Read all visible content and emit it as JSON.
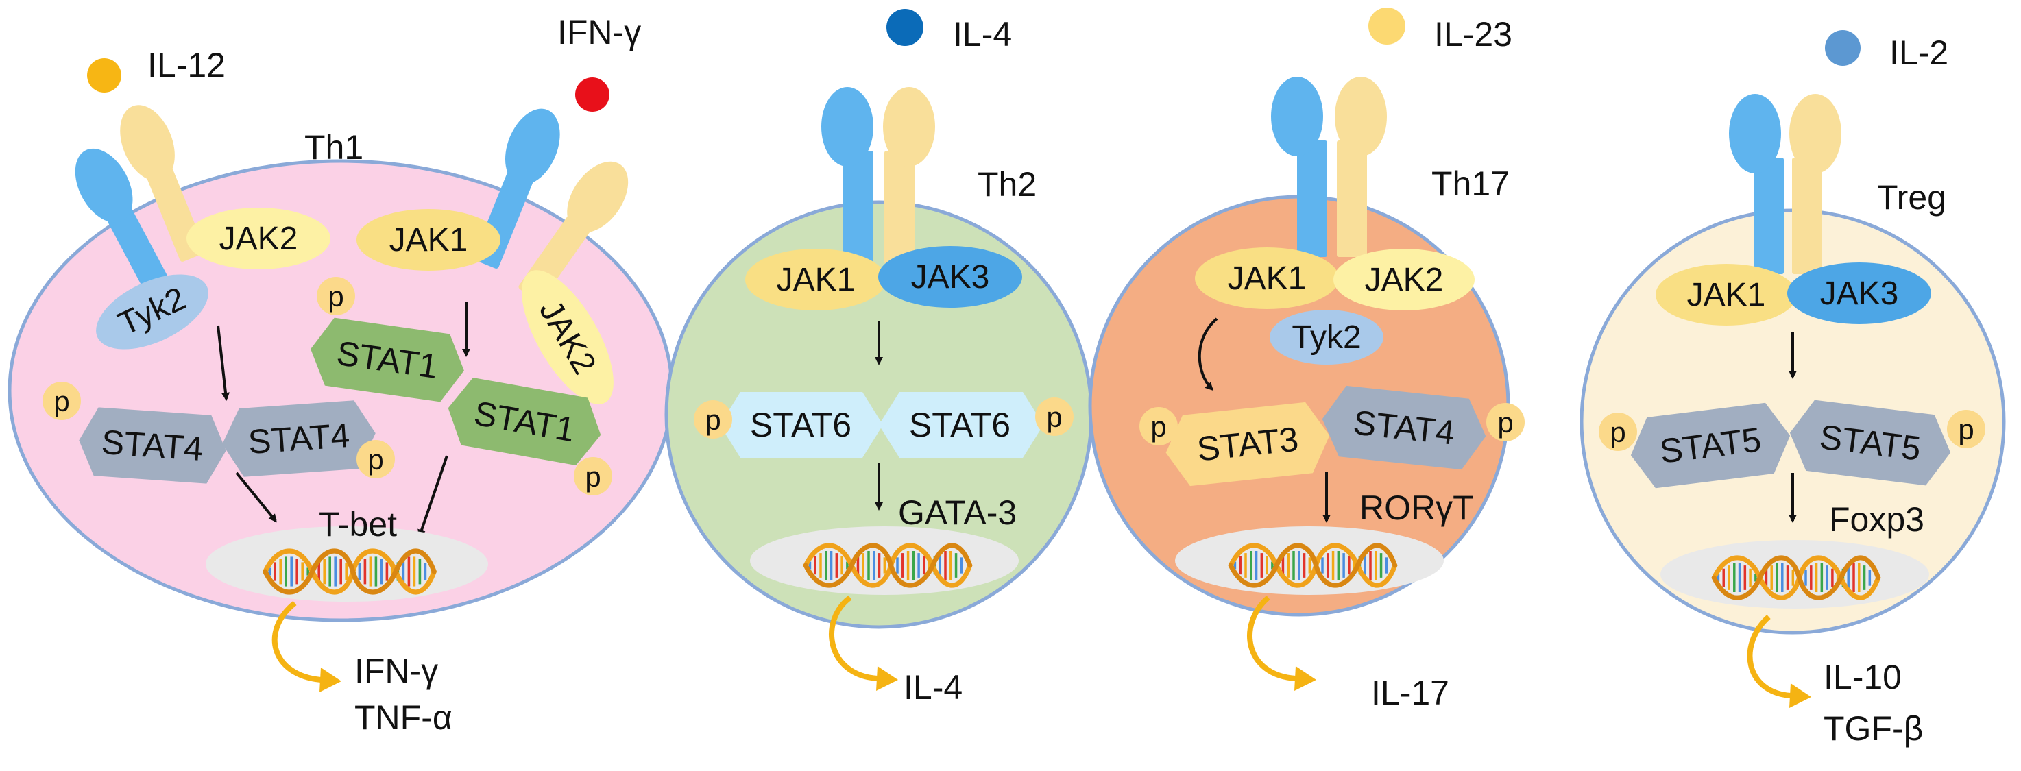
{
  "colors": {
    "receptor_blue": "#5fb4ee",
    "receptor_yellow": "#f9df9a",
    "cell_th1": "#fbd1e6",
    "cell_th2": "#cde1b8",
    "cell_th17": "#f4ad83",
    "cell_treg": "#fcf1d8",
    "cell_border": "#8aa9d8",
    "jak_yellow": "#f9df84",
    "jak_pale": "#fdf1a4",
    "jak_blue": "#4da6e6",
    "tyk_blue": "#a9c9ea",
    "stat_gray": "#a1aec1",
    "stat_green": "#8dba6f",
    "stat_lightblue": "#cfeefb",
    "stat_yellow": "#fbd98a",
    "phospho": "#fbd98a",
    "nucleus": "#e9e9e9",
    "secretion_arrow": "#f5b313",
    "il12_dot": "#f7b614",
    "ifng_dot": "#e8101a",
    "il4_dot": "#0b6bb8",
    "il23_dot": "#fcd972",
    "il2_dot": "#5c98d2"
  },
  "icons": [
    "dna-icon",
    "phospho-p-icon",
    "secretion-arrow-icon",
    "cytokine-dot-icon"
  ],
  "panels": {
    "th1": {
      "cell_label": "Th1",
      "cytokine_a": "IL-12",
      "cytokine_b": "IFN-γ",
      "jak_a": "JAK2",
      "jak_b": "JAK1",
      "jak_c": "JAK2",
      "tyk": "Tyk2",
      "stat_a": "STAT4",
      "stat_b": "STAT4",
      "stat_c": "STAT1",
      "stat_d": "STAT1",
      "phospho": "p",
      "tf": "T-bet",
      "output_1": "IFN-γ",
      "output_2": "TNF-α"
    },
    "th2": {
      "cell_label": "Th2",
      "cytokine": "IL-4",
      "jak_a": "JAK1",
      "jak_b": "JAK3",
      "stat_a": "STAT6",
      "stat_b": "STAT6",
      "phospho": "p",
      "tf": "GATA-3",
      "output_1": "IL-4"
    },
    "th17": {
      "cell_label": "Th17",
      "cytokine": "IL-23",
      "jak_a": "JAK1",
      "jak_b": "JAK2",
      "tyk": "Tyk2",
      "stat_a": "STAT3",
      "stat_b": "STAT4",
      "phospho": "p",
      "tf": "RORγT",
      "output_1": "IL-17"
    },
    "treg": {
      "cell_label": "Treg",
      "cytokine": "IL-2",
      "jak_a": "JAK1",
      "jak_b": "JAK3",
      "stat_a": "STAT5",
      "stat_b": "STAT5",
      "phospho": "p",
      "tf": "Foxp3",
      "output_1": "IL-10",
      "output_2": "TGF-β"
    }
  }
}
